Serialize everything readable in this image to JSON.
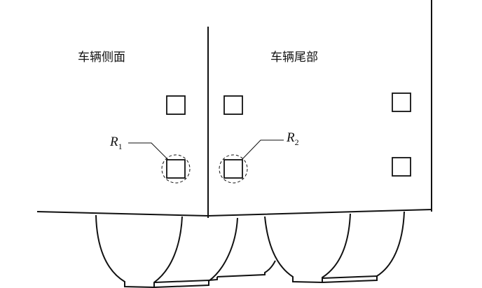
{
  "titles": {
    "side": "车辆侧面",
    "rear": "车辆尾部"
  },
  "labels": {
    "r1": "R",
    "r1_sub": "1",
    "r2": "R",
    "r2_sub": "2"
  }
}
